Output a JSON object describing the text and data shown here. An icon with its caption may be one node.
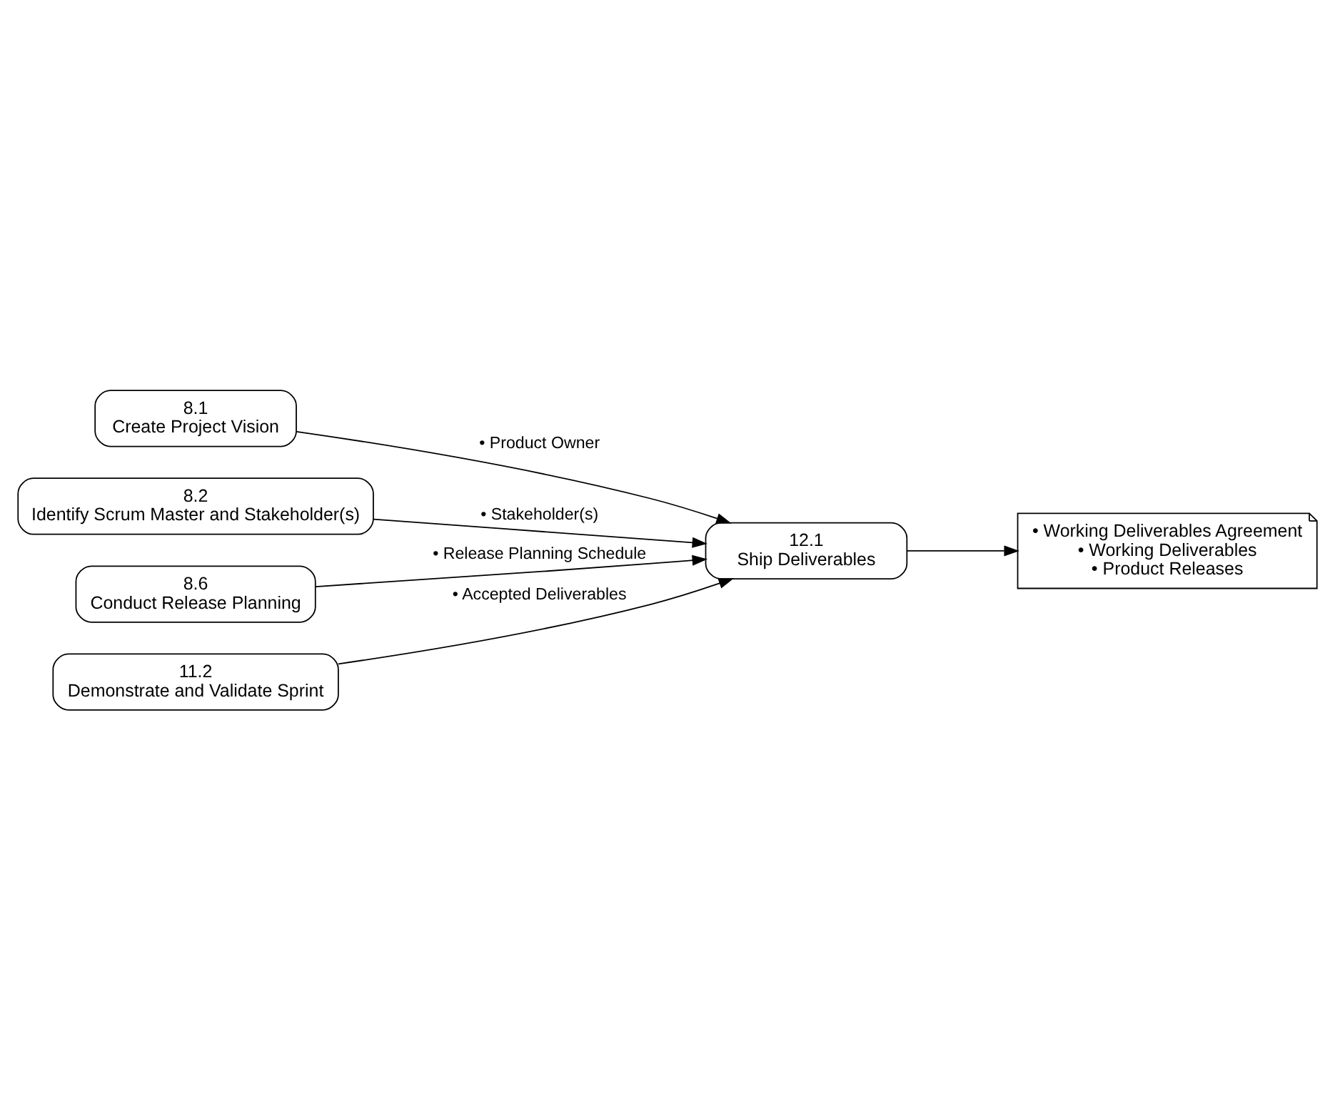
{
  "diagram": {
    "nodes": [
      {
        "text": [
          "8.1",
          "Create Project Vision"
        ]
      },
      {
        "text": [
          "8.2",
          "Identify Scrum Master and Stakeholder(s)"
        ]
      },
      {
        "text": [
          "8.6",
          "Conduct Release Planning"
        ]
      },
      {
        "text": [
          "11.2",
          "Demonstrate and Validate Sprint"
        ]
      },
      {
        "text": [
          "12.1",
          "Ship Deliverables"
        ]
      },
      {
        "text": [
          "• Working Deliverables Agreement",
          "• Working Deliverables",
          "• Product Releases"
        ]
      }
    ],
    "edges": [
      {
        "from": 0,
        "to": 4,
        "arrow": "to",
        "label": "• Product Owner"
      },
      {
        "from": 1,
        "to": 4,
        "arrow": "to",
        "label": "• Stakeholder(s)"
      },
      {
        "from": 2,
        "to": 4,
        "arrow": "to",
        "label": "• Release Planning Schedule"
      },
      {
        "from": 3,
        "to": 4,
        "arrow": "to",
        "label": "• Accepted Deliverables"
      },
      {
        "from": 4,
        "to": 5,
        "arrow": "to"
      }
    ]
  }
}
